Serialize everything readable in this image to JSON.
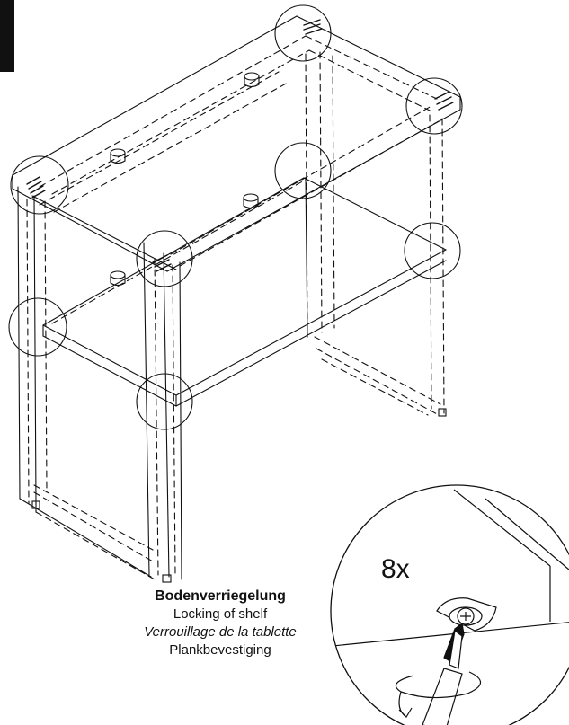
{
  "caption": {
    "de": "Bodenverriegelung",
    "en": "Locking of shelf",
    "fr": "Verrouillage de la tablette",
    "nl": "Plankbevestiging"
  },
  "detail": {
    "count": "8x"
  },
  "colors": {
    "ink": "#111111",
    "tab": "#111111",
    "background": "#ffffff"
  },
  "icons": [
    "screwdriver-icon",
    "rotation-arrow-icon",
    "phillips-screw-icon"
  ]
}
